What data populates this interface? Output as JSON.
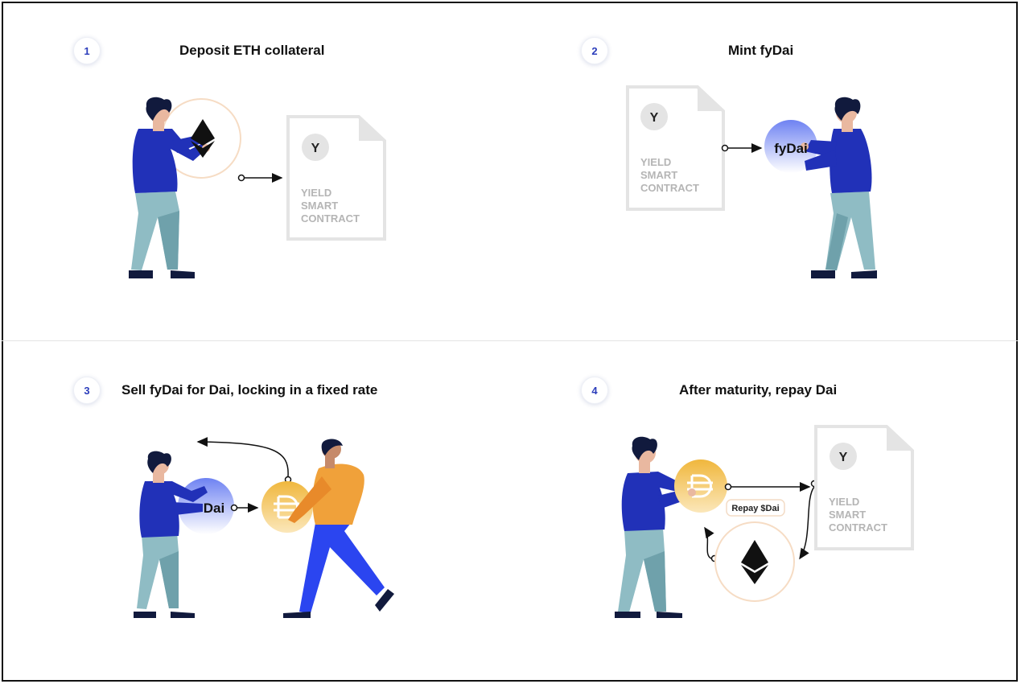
{
  "steps": [
    {
      "number": "1",
      "title": "Deposit ETH collateral"
    },
    {
      "number": "2",
      "title": "Mint fyDai"
    },
    {
      "number": "3",
      "title": "Sell fyDai for Dai, locking in a fixed rate"
    },
    {
      "number": "4",
      "title": "After maturity, repay Dai"
    }
  ],
  "contract": {
    "logo": "Y",
    "line1": "YIELD",
    "line2": "SMART",
    "line3": "CONTRACT"
  },
  "tokens": {
    "fydai": "fyDai",
    "fydai_partial": "Dai"
  },
  "repay_label": "Repay $Dai",
  "icons": [
    "ethereum-icon",
    "dai-icon",
    "document-icon",
    "arrow-icon"
  ],
  "colors": {
    "accent": "#2b3dbb",
    "shirt": "#2131b8",
    "pants": "#8fbcc4",
    "dai_gold": "#f2c14e",
    "fydai_blue": "#6e82f2",
    "doc_gray": "#e4e4e4"
  }
}
